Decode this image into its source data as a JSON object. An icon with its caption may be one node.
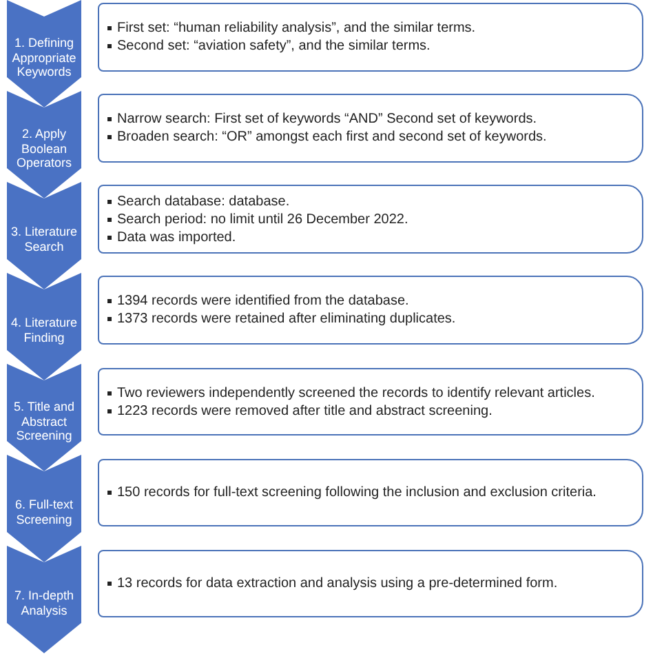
{
  "diagram": {
    "nodes": [
      {
        "text": [
          "1. Defining Appropriate Keywords"
        ]
      },
      {
        "text": [
          "First set: “human reliability analysis”, and the similar terms.",
          "Second set: “aviation safety”, and the similar terms."
        ]
      },
      {
        "text": [
          "2. Apply Boolean Operators"
        ]
      },
      {
        "text": [
          "Narrow search: First set of keywords “AND” Second set of keywords.",
          "Broaden search: “OR” amongst each first and second set of keywords."
        ]
      },
      {
        "text": [
          "3. Literature Search"
        ]
      },
      {
        "text": [
          "Search database: database.",
          "Search period: no limit until 26 December 2022.",
          "Data was imported."
        ]
      },
      {
        "text": [
          "4. Literature Finding"
        ]
      },
      {
        "text": [
          "1394 records were identified from the database.",
          "1373 records were retained after eliminating duplicates."
        ]
      },
      {
        "text": [
          "5. Title and Abstract Screening"
        ]
      },
      {
        "text": [
          "Two reviewers independently screened the records to identify relevant articles.",
          "1223 records were removed after title and abstract screening."
        ]
      },
      {
        "text": [
          "6. Full-text Screening"
        ]
      },
      {
        "text": [
          "150 records for full-text screening following the inclusion and exclusion criteria."
        ]
      },
      {
        "text": [
          "7. In-depth Analysis"
        ]
      },
      {
        "text": [
          "13 records for data extraction and analysis using a pre-determined form."
        ]
      }
    ]
  }
}
